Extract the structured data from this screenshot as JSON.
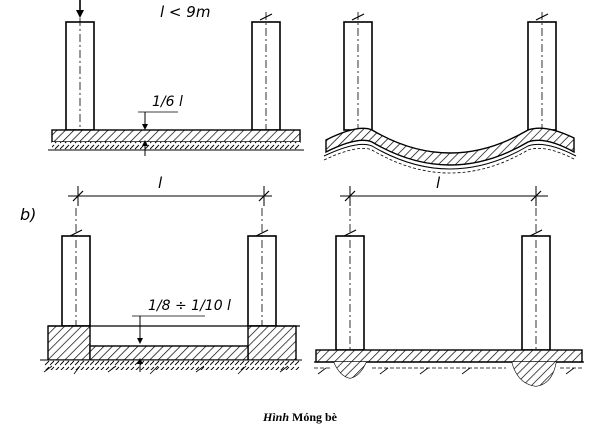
{
  "labels": {
    "span_limit": "l < 9m",
    "thickness_a": "1/6 l",
    "panel_b": "b)",
    "span_left": "l",
    "span_right": "l",
    "thickness_b": "1/8 ÷ 1/10 l"
  },
  "caption": {
    "prefix": "Hình",
    "title": "Móng  bè"
  }
}
